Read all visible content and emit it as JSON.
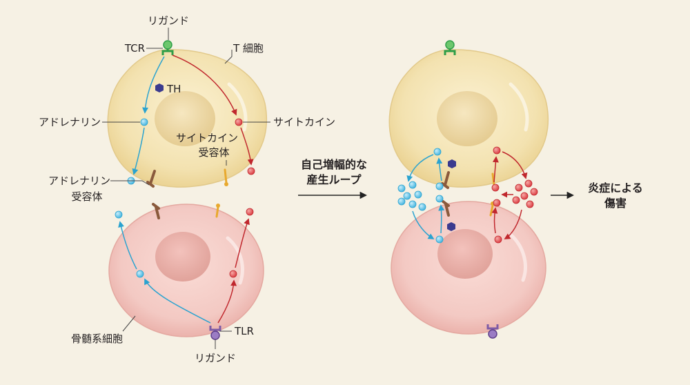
{
  "labels": {
    "ligand_top": "リガンド",
    "tcr": "TCR",
    "t_cell": "T 細胞",
    "th": "TH",
    "adrenaline": "アドレナリン",
    "cytokine_right": "サイトカイン",
    "cytokine_receptor_line1": "サイトカイン",
    "cytokine_receptor_line2": "受容体",
    "adrenaline_receptor_line1": "アドレナリン",
    "adrenaline_receptor_line2": "受容体",
    "tlr": "TLR",
    "myeloid_cell": "骨髄系細胞",
    "ligand_bottom": "リガンド",
    "loop_line1": "自己増幅的な",
    "loop_line2": "産生ループ",
    "outcome_line1": "炎症による",
    "outcome_line2": "傷害"
  },
  "colors": {
    "background": "#f6f1e4",
    "t_cell_fill": "#f3e2b0",
    "myeloid_fill": "#f3c9c3",
    "adrenaline": "#5bc2e7",
    "adrenaline_arrow": "#2aa3d0",
    "cytokine": "#e0474c",
    "cytokine_arrow": "#c0272d",
    "adrenaline_receptor": "#8a5a3c",
    "cytokine_receptor": "#e8a92e",
    "tcr": "#2e9e48",
    "tlr": "#7d5ba6",
    "th": "#3b3b8f"
  },
  "icons": [
    "green-ligand-receptor-icon",
    "purple-ligand-receptor-icon",
    "hexagon-th-icon",
    "right-arrow-icon"
  ]
}
